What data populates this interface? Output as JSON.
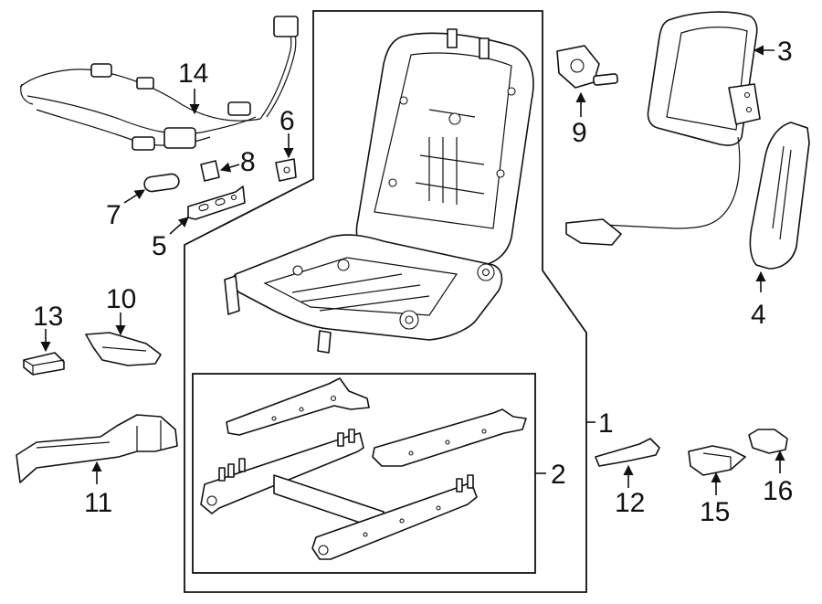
{
  "callouts": {
    "c1": "1",
    "c2": "2",
    "c3": "3",
    "c4": "4",
    "c5": "5",
    "c6": "6",
    "c7": "7",
    "c8": "8",
    "c9": "9",
    "c10": "10",
    "c11": "11",
    "c12": "12",
    "c13": "13",
    "c14": "14",
    "c15": "15",
    "c16": "16"
  },
  "colors": {
    "line": "#111111",
    "background": "#ffffff",
    "shading": "#e8e8e8"
  }
}
